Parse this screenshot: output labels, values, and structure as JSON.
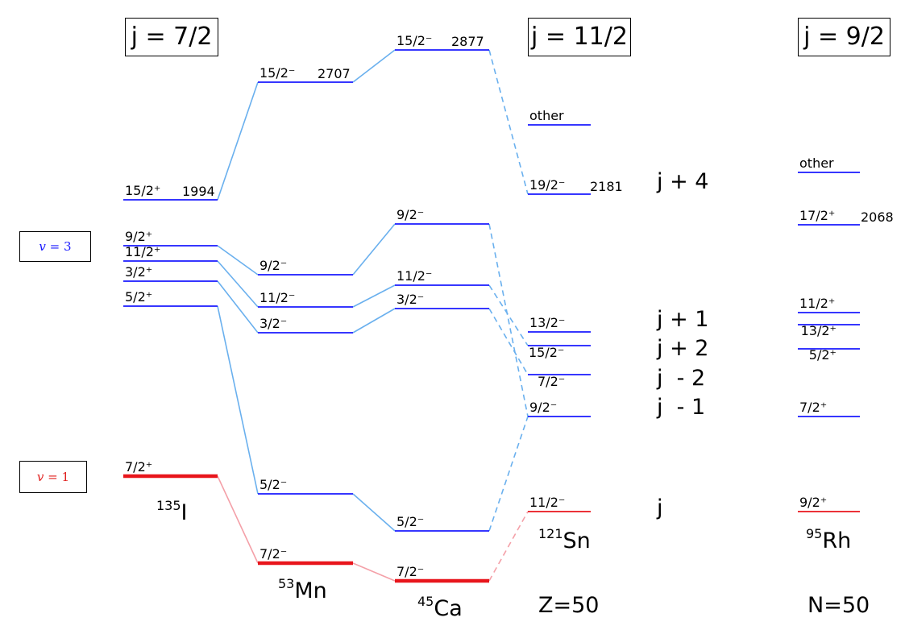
{
  "headers": [
    {
      "id": "j72",
      "text": "j = 7/2"
    },
    {
      "id": "j112",
      "text": "j = 11/2"
    },
    {
      "id": "j92",
      "text": "j = 9/2"
    }
  ],
  "seniority_boxes": [
    {
      "id": "v3",
      "label_v": "v",
      "label_rest": " = 3",
      "color": "#1a1aff"
    },
    {
      "id": "v1",
      "label_v": "v",
      "label_rest": " = 1",
      "color": "#e0201e"
    }
  ],
  "colors": {
    "blue_level": "#1a1aff",
    "red_level": "#e8151b",
    "blue_connector": "#6ab0ee",
    "red_connector": "#f4a0a8",
    "text": "#000000"
  },
  "columns": [
    {
      "id": "I135",
      "nucleus": {
        "mass": "135",
        "symbol": "I"
      },
      "levels": [
        {
          "id": "I_1552",
          "spin": "15/2⁺",
          "energy": "1994",
          "color": "blue"
        },
        {
          "id": "I_92",
          "spin": "9/2⁺",
          "energy": "",
          "color": "blue"
        },
        {
          "id": "I_112",
          "spin": "11/2⁺",
          "energy": "",
          "color": "blue"
        },
        {
          "id": "I_32",
          "spin": "3/2⁺",
          "energy": "",
          "color": "blue"
        },
        {
          "id": "I_52",
          "spin": "5/2⁺",
          "energy": "",
          "color": "blue"
        },
        {
          "id": "I_72",
          "spin": "7/2⁺",
          "energy": "",
          "color": "red"
        }
      ]
    },
    {
      "id": "Mn53",
      "nucleus": {
        "mass": "53",
        "symbol": "Mn"
      },
      "levels": [
        {
          "id": "Mn_152",
          "spin": "15/2⁻",
          "energy": "2707",
          "color": "blue"
        },
        {
          "id": "Mn_92",
          "spin": "9/2⁻",
          "energy": "",
          "color": "blue"
        },
        {
          "id": "Mn_112",
          "spin": "11/2⁻",
          "energy": "",
          "color": "blue"
        },
        {
          "id": "Mn_32",
          "spin": "3/2⁻",
          "energy": "",
          "color": "blue"
        },
        {
          "id": "Mn_52",
          "spin": "5/2⁻",
          "energy": "",
          "color": "blue"
        },
        {
          "id": "Mn_72",
          "spin": "7/2⁻",
          "energy": "",
          "color": "red"
        }
      ]
    },
    {
      "id": "Ca45",
      "nucleus": {
        "mass": "45",
        "symbol": "Ca"
      },
      "levels": [
        {
          "id": "Ca_152",
          "spin": "15/2⁻",
          "energy": "2877",
          "color": "blue"
        },
        {
          "id": "Ca_92",
          "spin": "9/2⁻",
          "energy": "",
          "color": "blue"
        },
        {
          "id": "Ca_112",
          "spin": "11/2⁻",
          "energy": "",
          "color": "blue"
        },
        {
          "id": "Ca_32",
          "spin": "3/2⁻",
          "energy": "",
          "color": "blue"
        },
        {
          "id": "Ca_52",
          "spin": "5/2⁻",
          "energy": "",
          "color": "blue"
        },
        {
          "id": "Ca_72",
          "spin": "7/2⁻",
          "energy": "",
          "color": "red"
        }
      ]
    },
    {
      "id": "Sn121",
      "nucleus": {
        "mass": "121",
        "symbol": "Sn"
      },
      "footer": "Z=50",
      "levels": [
        {
          "id": "Sn_other",
          "spin": "other",
          "energy": "",
          "color": "blue"
        },
        {
          "id": "Sn_192",
          "spin": "19/2⁻",
          "energy": "2181",
          "color": "blue"
        },
        {
          "id": "Sn_132",
          "spin": "13/2⁻",
          "energy": "",
          "color": "blue"
        },
        {
          "id": "Sn_152",
          "spin": "15/2⁻",
          "energy": "",
          "color": "blue"
        },
        {
          "id": "Sn_72",
          "spin": "7/2⁻",
          "energy": "",
          "color": "blue"
        },
        {
          "id": "Sn_92",
          "spin": "9/2⁻",
          "energy": "",
          "color": "blue"
        },
        {
          "id": "Sn_112",
          "spin": "11/2⁻",
          "energy": "",
          "color": "red"
        }
      ]
    },
    {
      "id": "Rh95",
      "nucleus": {
        "mass": "95",
        "symbol": "Rh"
      },
      "footer": "N=50",
      "levels": [
        {
          "id": "Rh_other",
          "spin": "other",
          "energy": "",
          "color": "blue"
        },
        {
          "id": "Rh_172",
          "spin": "17/2⁺",
          "energy": "2068",
          "color": "blue"
        },
        {
          "id": "Rh_112",
          "spin": "11/2⁺",
          "energy": "",
          "color": "blue"
        },
        {
          "id": "Rh_132",
          "spin": "13/2⁺",
          "energy": "",
          "color": "blue"
        },
        {
          "id": "Rh_52",
          "spin": "5/2⁺",
          "energy": "",
          "color": "blue"
        },
        {
          "id": "Rh_72",
          "spin": "7/2⁺",
          "energy": "",
          "color": "blue"
        },
        {
          "id": "Rh_92",
          "spin": "9/2⁺",
          "energy": "",
          "color": "red"
        }
      ]
    }
  ],
  "configurations": [
    {
      "id": "j_plus_4",
      "text": "j + 4"
    },
    {
      "id": "j_plus_1",
      "text": "j + 1"
    },
    {
      "id": "j_plus_2",
      "text": "j + 2"
    },
    {
      "id": "j_minus_2",
      "text": "j  - 2"
    },
    {
      "id": "j_minus_1",
      "text": "j  - 1"
    },
    {
      "id": "j",
      "text": "j"
    }
  ],
  "connections": [
    {
      "from": "I_1552",
      "to": "Mn_152",
      "style": "solid",
      "color": "blue"
    },
    {
      "from": "Mn_152",
      "to": "Ca_152",
      "style": "solid",
      "color": "blue"
    },
    {
      "from": "Ca_152",
      "to": "Sn_192",
      "style": "dashed",
      "color": "blue"
    },
    {
      "from": "I_92",
      "to": "Mn_92",
      "style": "solid",
      "color": "blue"
    },
    {
      "from": "Mn_92",
      "to": "Ca_92",
      "style": "solid",
      "color": "blue"
    },
    {
      "from": "Ca_92",
      "to": "Sn_92",
      "style": "dashed",
      "color": "blue"
    },
    {
      "from": "I_112",
      "to": "Mn_112",
      "style": "solid",
      "color": "blue"
    },
    {
      "from": "Mn_112",
      "to": "Ca_112",
      "style": "solid",
      "color": "blue"
    },
    {
      "from": "Ca_112",
      "to": "Sn_152",
      "style": "dashed",
      "color": "blue"
    },
    {
      "from": "I_32",
      "to": "Mn_32",
      "style": "solid",
      "color": "blue"
    },
    {
      "from": "Mn_32",
      "to": "Ca_32",
      "style": "solid",
      "color": "blue"
    },
    {
      "from": "Ca_32",
      "to": "Sn_72",
      "style": "dashed",
      "color": "blue"
    },
    {
      "from": "I_52",
      "to": "Mn_52",
      "style": "solid",
      "color": "blue"
    },
    {
      "from": "Mn_52",
      "to": "Ca_52",
      "style": "solid",
      "color": "blue"
    },
    {
      "from": "Ca_52",
      "to": "Sn_92",
      "style": "dashed",
      "color": "blue"
    },
    {
      "from": "I_72",
      "to": "Mn_72",
      "style": "solid",
      "color": "red"
    },
    {
      "from": "Mn_72",
      "to": "Ca_72",
      "style": "solid",
      "color": "red"
    },
    {
      "from": "Ca_72",
      "to": "Sn_112",
      "style": "dashed",
      "color": "red"
    }
  ]
}
